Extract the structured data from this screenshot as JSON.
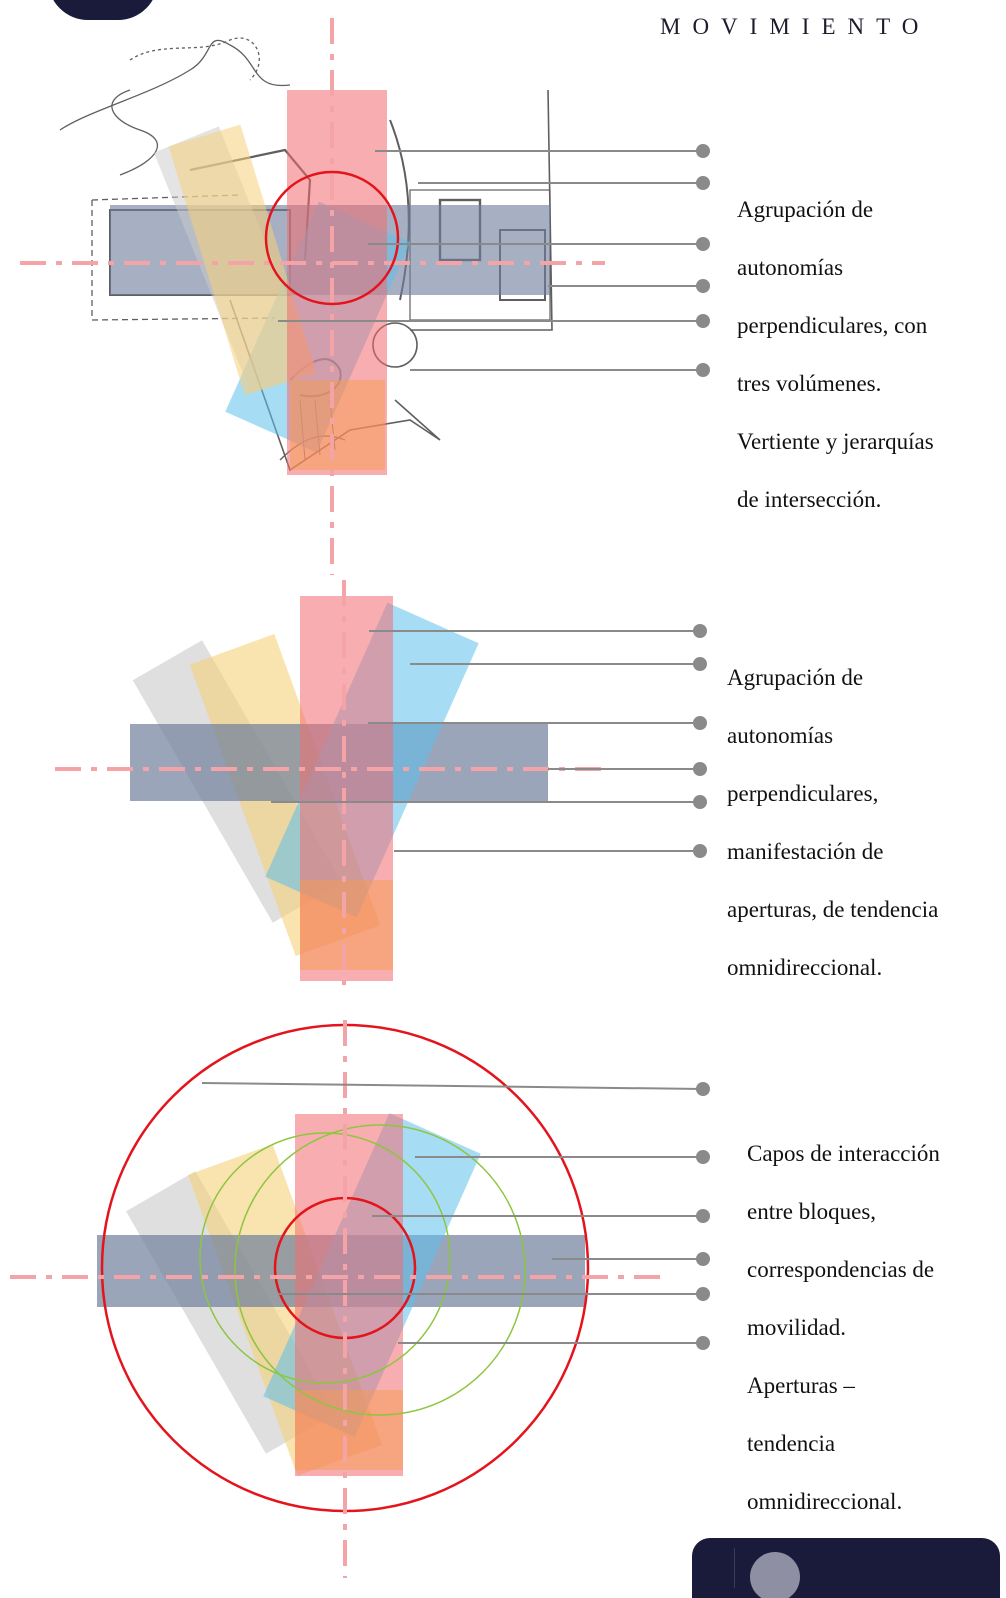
{
  "header": {
    "title": "MOVIMIENTO"
  },
  "colors": {
    "red": "#f26b70",
    "blue": "#5fc0ec",
    "yellow": "#f5d07a",
    "gray": "#c9c9c9",
    "slate": "#6f7f9c",
    "orange": "#f59a4f",
    "circle_red": "#e3141c",
    "circle_green": "#8cc63f",
    "axis": "#f4a3a6",
    "leader": "#8a8a8a"
  },
  "sections": [
    {
      "name": "sketch",
      "description_lines": [
        "Agrupación de",
        "autonomías",
        "perpendiculares, con",
        "tres volúmenes.",
        "Vertiente y jerarquías",
        "de intersección."
      ]
    },
    {
      "name": "diagram",
      "description_lines": [
        "Agrupación de",
        "autonomías",
        "perpendiculares,",
        "manifestación de",
        "aperturas, de tendencia",
        "omnidireccional."
      ]
    },
    {
      "name": "fields",
      "description_lines": [
        "Capos de interacción",
        "entre bloques,",
        "correspondencias de",
        "movilidad.",
        "Aperturas –",
        "tendencia",
        "omnidireccional."
      ]
    }
  ],
  "icons": {
    "top_badge": "dark-tab-icon",
    "bottom_badge": "profile-card-icon"
  }
}
